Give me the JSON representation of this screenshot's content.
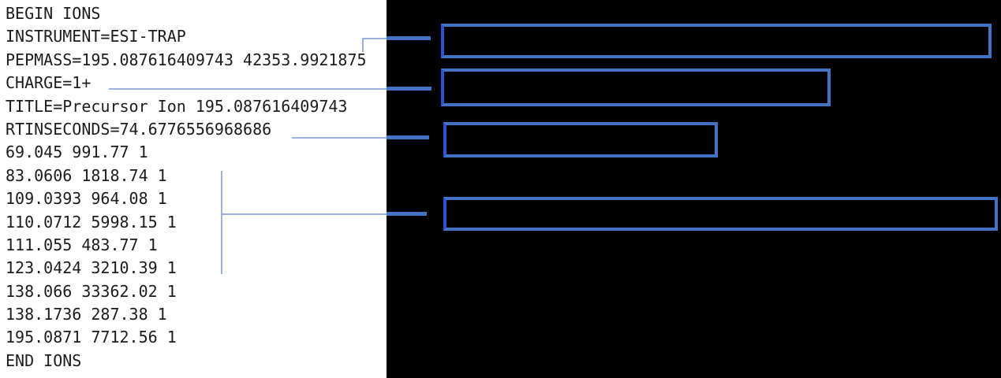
{
  "colors": {
    "page_background": "#ffffff",
    "panel_background": "#000000",
    "callout_border": "#4472c4",
    "callout_border_left": "#2d53d0",
    "connector_light": "#9ab0dd",
    "connector_bold": "#4472c4",
    "code_text": "#1c1c1c"
  },
  "code": {
    "lines": [
      "BEGIN IONS",
      "INSTRUMENT=ESI-TRAP",
      "PEPMASS=195.087616409743 42353.9921875",
      "CHARGE=1+",
      "TITLE=Precursor Ion 195.087616409743",
      "RTINSECONDS=74.6776556968686",
      "69.045 991.77 1",
      "83.0606 1818.74 1",
      "109.0393 964.08 1",
      "110.0712 5998.15 1",
      "111.055 483.77 1",
      "123.0424 3210.39 1",
      "138.066 33362.02 1",
      "138.1736 287.38 1",
      "195.0871 7712.56 1",
      "END IONS"
    ]
  },
  "annotations": {
    "callouts": [
      {
        "id": "box-pepmass",
        "label": ""
      },
      {
        "id": "box-charge",
        "label": ""
      },
      {
        "id": "box-rtinseconds",
        "label": ""
      },
      {
        "id": "box-peaklist",
        "label": ""
      }
    ]
  }
}
